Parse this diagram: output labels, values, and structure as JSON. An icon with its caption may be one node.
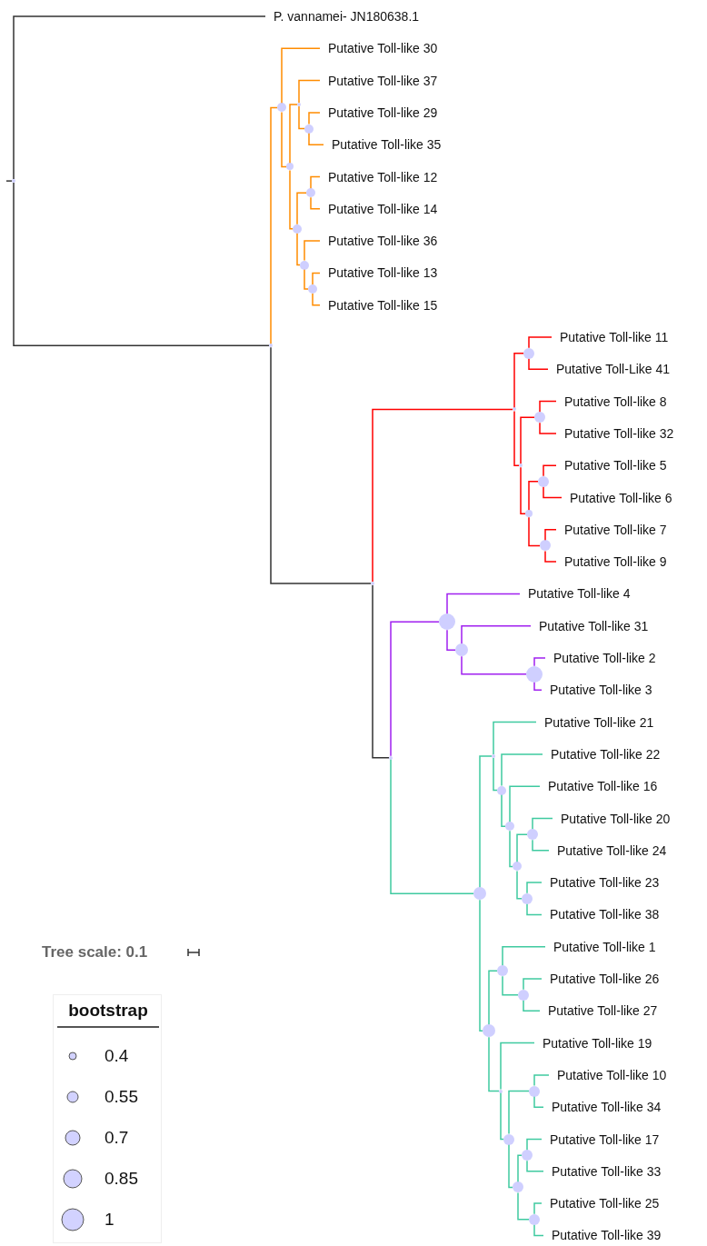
{
  "diagram": {
    "nodes": [
      {
        "text": [
          "P. vannamei- JN180638.1"
        ]
      },
      {
        "text": [
          "Putative Toll-like 30"
        ]
      },
      {
        "text": [
          "Putative Toll-like 37"
        ]
      },
      {
        "text": [
          "Putative Toll-like 29"
        ]
      },
      {
        "text": [
          "Putative Toll-like 35"
        ]
      },
      {
        "text": [
          "Putative Toll-like 12"
        ]
      },
      {
        "text": [
          "Putative Toll-like 14"
        ]
      },
      {
        "text": [
          "Putative Toll-like 36"
        ]
      },
      {
        "text": [
          "Putative Toll-like 13"
        ]
      },
      {
        "text": [
          "Putative Toll-like 15"
        ]
      },
      {
        "text": [
          "Putative Toll-like 11"
        ]
      },
      {
        "text": [
          "Putative Toll-Like 41"
        ]
      },
      {
        "text": [
          "Putative Toll-like 8"
        ]
      },
      {
        "text": [
          "Putative Toll-like 32"
        ]
      },
      {
        "text": [
          "Putative Toll-like 5"
        ]
      },
      {
        "text": [
          "Putative Toll-like 6"
        ]
      },
      {
        "text": [
          "Putative Toll-like 7"
        ]
      },
      {
        "text": [
          "Putative Toll-like 9"
        ]
      },
      {
        "text": [
          "Putative Toll-like 4"
        ]
      },
      {
        "text": [
          "Putative Toll-like 31"
        ]
      },
      {
        "text": [
          "Putative Toll-like 2"
        ]
      },
      {
        "text": [
          "Putative Toll-like 3"
        ]
      },
      {
        "text": [
          "Putative Toll-like 21"
        ]
      },
      {
        "text": [
          "Putative Toll-like 22"
        ]
      },
      {
        "text": [
          "Putative Toll-like 16"
        ]
      },
      {
        "text": [
          "Putative Toll-like 20"
        ]
      },
      {
        "text": [
          "Putative Toll-like 24"
        ]
      },
      {
        "text": [
          "Putative Toll-like 23"
        ]
      },
      {
        "text": [
          "Putative Toll-like 38"
        ]
      },
      {
        "text": [
          "Putative Toll-like 1"
        ]
      },
      {
        "text": [
          "Putative Toll-like 26"
        ]
      },
      {
        "text": [
          "Putative Toll-like 27"
        ]
      },
      {
        "text": [
          "Putative Toll-like 19"
        ]
      },
      {
        "text": [
          "Putative Toll-like 10"
        ]
      },
      {
        "text": [
          "Putative Toll-like 34"
        ]
      },
      {
        "text": [
          "Putative Toll-like 17"
        ]
      },
      {
        "text": [
          "Putative Toll-like 33"
        ]
      },
      {
        "text": [
          "Putative Toll-like 25"
        ]
      },
      {
        "text": [
          "Putative Toll-like 39"
        ]
      },
      {
        "text": [],
        "shape": "circle"
      },
      {
        "text": [],
        "shape": "circle"
      },
      {
        "text": [],
        "shape": "circle"
      },
      {
        "text": [],
        "shape": "circle"
      },
      {
        "text": [],
        "shape": "circle"
      },
      {
        "text": [],
        "shape": "circle"
      },
      {
        "text": [],
        "shape": "circle"
      },
      {
        "text": [],
        "shape": "circle"
      },
      {
        "text": [],
        "shape": "circle"
      },
      {
        "text": [],
        "shape": "circle"
      },
      {
        "text": [],
        "shape": "circle"
      },
      {
        "text": [],
        "shape": "circle"
      },
      {
        "text": [],
        "shape": "circle"
      },
      {
        "text": [],
        "shape": "circle"
      },
      {
        "text": [],
        "shape": "circle"
      },
      {
        "text": [],
        "shape": "circle"
      },
      {
        "text": [],
        "shape": "circle"
      },
      {
        "text": [],
        "shape": "circle"
      },
      {
        "text": [],
        "shape": "circle"
      },
      {
        "text": [],
        "shape": "circle"
      },
      {
        "text": [],
        "shape": "circle"
      },
      {
        "text": [],
        "shape": "circle"
      },
      {
        "text": [],
        "shape": "circle"
      },
      {
        "text": [],
        "shape": "circle"
      },
      {
        "text": [],
        "shape": "circle"
      },
      {
        "text": [],
        "shape": "circle"
      },
      {
        "text": [],
        "shape": "circle"
      },
      {
        "text": [],
        "shape": "circle"
      },
      {
        "text": [],
        "shape": "circle"
      },
      {
        "text": [],
        "shape": "circle"
      },
      {
        "text": [],
        "shape": "circle"
      },
      {
        "text": [],
        "shape": "circle"
      },
      {
        "text": [],
        "shape": "circle"
      },
      {
        "text": [],
        "shape": "circle"
      },
      {
        "text": [],
        "shape": "circle"
      },
      {
        "text": [],
        "shape": "circle"
      },
      {
        "text": [],
        "shape": "circle"
      },
      {
        "text": [],
        "shape": "circle"
      }
    ],
    "edges": [
      {
        "from": null,
        "to": 39,
        "arrow": "none",
        "color": "#333333"
      },
      {
        "from": 39,
        "to": 0,
        "arrow": "none",
        "color": "#333333"
      },
      {
        "from": 39,
        "to": 40,
        "arrow": "none",
        "color": "#333333"
      },
      {
        "from": 40,
        "to": 41,
        "arrow": "none",
        "color": "#ff8c00"
      },
      {
        "from": 40,
        "to": 49,
        "arrow": "none",
        "color": "#333333"
      },
      {
        "from": 41,
        "to": 1,
        "arrow": "none",
        "color": "#ff8c00"
      },
      {
        "from": 41,
        "to": 42,
        "arrow": "none",
        "color": "#ff8c00"
      },
      {
        "from": 42,
        "to": 43,
        "arrow": "none",
        "color": "#ff8c00"
      },
      {
        "from": 42,
        "to": 45,
        "arrow": "none",
        "color": "#ff8c00"
      },
      {
        "from": 43,
        "to": 2,
        "arrow": "none",
        "color": "#ff8c00"
      },
      {
        "from": 43,
        "to": 44,
        "arrow": "none",
        "color": "#ff8c00"
      },
      {
        "from": 44,
        "to": 3,
        "arrow": "none",
        "color": "#ff8c00"
      },
      {
        "from": 44,
        "to": 4,
        "arrow": "none",
        "color": "#ff8c00"
      },
      {
        "from": 45,
        "to": 46,
        "arrow": "none",
        "color": "#ff8c00"
      },
      {
        "from": 45,
        "to": 47,
        "arrow": "none",
        "color": "#ff8c00"
      },
      {
        "from": 46,
        "to": 5,
        "arrow": "none",
        "color": "#ff8c00"
      },
      {
        "from": 46,
        "to": 6,
        "arrow": "none",
        "color": "#ff8c00"
      },
      {
        "from": 47,
        "to": 7,
        "arrow": "none",
        "color": "#ff8c00"
      },
      {
        "from": 47,
        "to": 48,
        "arrow": "none",
        "color": "#ff8c00"
      },
      {
        "from": 48,
        "to": 8,
        "arrow": "none",
        "color": "#ff8c00"
      },
      {
        "from": 48,
        "to": 9,
        "arrow": "none",
        "color": "#ff8c00"
      },
      {
        "from": 49,
        "to": 50,
        "arrow": "none",
        "color": "#ff0000"
      },
      {
        "from": 49,
        "to": 57,
        "arrow": "none",
        "color": "#333333"
      },
      {
        "from": 50,
        "to": 51,
        "arrow": "none",
        "color": "#ff0000"
      },
      {
        "from": 50,
        "to": 52,
        "arrow": "none",
        "color": "#ff0000"
      },
      {
        "from": 51,
        "to": 10,
        "arrow": "none",
        "color": "#ff0000"
      },
      {
        "from": 51,
        "to": 11,
        "arrow": "none",
        "color": "#ff0000"
      },
      {
        "from": 52,
        "to": 53,
        "arrow": "none",
        "color": "#ff0000"
      },
      {
        "from": 52,
        "to": 54,
        "arrow": "none",
        "color": "#ff0000"
      },
      {
        "from": 53,
        "to": 12,
        "arrow": "none",
        "color": "#ff0000"
      },
      {
        "from": 53,
        "to": 13,
        "arrow": "none",
        "color": "#ff0000"
      },
      {
        "from": 54,
        "to": 55,
        "arrow": "none",
        "color": "#ff0000"
      },
      {
        "from": 54,
        "to": 56,
        "arrow": "none",
        "color": "#ff0000"
      },
      {
        "from": 55,
        "to": 14,
        "arrow": "none",
        "color": "#ff0000"
      },
      {
        "from": 55,
        "to": 15,
        "arrow": "none",
        "color": "#ff0000"
      },
      {
        "from": 56,
        "to": 16,
        "arrow": "none",
        "color": "#ff0000"
      },
      {
        "from": 56,
        "to": 17,
        "arrow": "none",
        "color": "#ff0000"
      },
      {
        "from": 57,
        "to": 58,
        "arrow": "none",
        "color": "#a020f0"
      },
      {
        "from": 57,
        "to": 61,
        "arrow": "none"
      },
      {
        "from": 58,
        "to": 18,
        "arrow": "none",
        "color": "#a020f0"
      },
      {
        "from": 58,
        "to": 59,
        "arrow": "none",
        "color": "#a020f0"
      },
      {
        "from": 59,
        "to": 19,
        "arrow": "none",
        "color": "#a020f0"
      },
      {
        "from": 59,
        "to": 60,
        "arrow": "none",
        "color": "#a020f0"
      },
      {
        "from": 60,
        "to": 20,
        "arrow": "none",
        "color": "#a020f0"
      },
      {
        "from": 60,
        "to": 21,
        "arrow": "none",
        "color": "#a020f0"
      },
      {
        "from": 61,
        "to": 62,
        "arrow": "none"
      },
      {
        "from": 61,
        "to": 68,
        "arrow": "none"
      },
      {
        "from": 62,
        "to": 22,
        "arrow": "none"
      },
      {
        "from": 62,
        "to": 63,
        "arrow": "none"
      },
      {
        "from": 63,
        "to": 23,
        "arrow": "none"
      },
      {
        "from": 63,
        "to": 64,
        "arrow": "none"
      },
      {
        "from": 64,
        "to": 24,
        "arrow": "none"
      },
      {
        "from": 64,
        "to": 65,
        "arrow": "none"
      },
      {
        "from": 65,
        "to": 66,
        "arrow": "none"
      },
      {
        "from": 65,
        "to": 67,
        "arrow": "none"
      },
      {
        "from": 66,
        "to": 25,
        "arrow": "none"
      },
      {
        "from": 66,
        "to": 26,
        "arrow": "none"
      },
      {
        "from": 67,
        "to": 27,
        "arrow": "none"
      },
      {
        "from": 67,
        "to": 28,
        "arrow": "none"
      },
      {
        "from": 68,
        "to": 69,
        "arrow": "none"
      },
      {
        "from": 68,
        "to": 71,
        "arrow": "none"
      },
      {
        "from": 69,
        "to": 29,
        "arrow": "none"
      },
      {
        "from": 69,
        "to": 70,
        "arrow": "none"
      },
      {
        "from": 70,
        "to": 30,
        "arrow": "none"
      },
      {
        "from": 70,
        "to": 31,
        "arrow": "none"
      },
      {
        "from": 71,
        "to": 32,
        "arrow": "none"
      },
      {
        "from": 71,
        "to": 72,
        "arrow": "none"
      },
      {
        "from": 72,
        "to": 73,
        "arrow": "none"
      },
      {
        "from": 72,
        "to": 74,
        "arrow": "none"
      },
      {
        "from": 73,
        "to": 33,
        "arrow": "none"
      },
      {
        "from": 73,
        "to": 34,
        "arrow": "none"
      },
      {
        "from": 74,
        "to": 75,
        "arrow": "none"
      },
      {
        "from": 74,
        "to": 76,
        "arrow": "none"
      },
      {
        "from": 75,
        "to": 35,
        "arrow": "none"
      },
      {
        "from": 75,
        "to": 36,
        "arrow": "none"
      },
      {
        "from": 76,
        "to": 37,
        "arrow": "none"
      },
      {
        "from": 76,
        "to": 38,
        "arrow": "none"
      }
    ],
    "labels": [
      "Tree scale: 0.1",
      "bootstrap"
    ],
    "legend": [
      {
        "text": "0.4"
      },
      {
        "text": "0.55"
      },
      {
        "text": "0.7"
      },
      {
        "text": "0.85"
      },
      {
        "text": "1"
      }
    ]
  }
}
